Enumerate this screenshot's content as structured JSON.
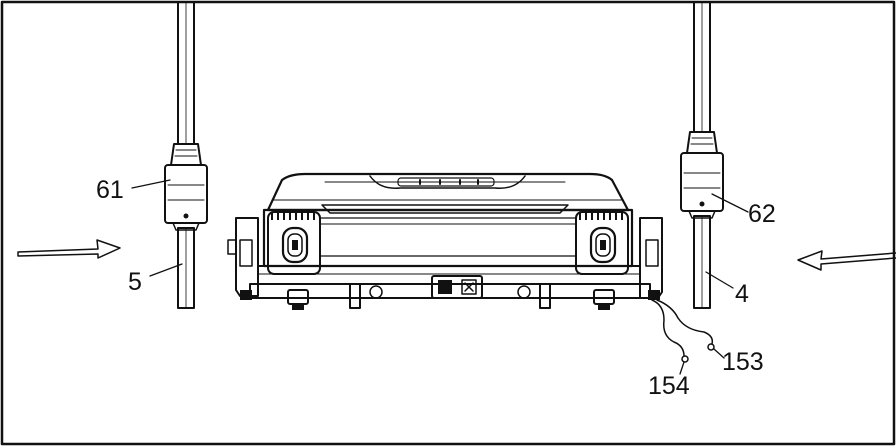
{
  "labels": {
    "l61": "61",
    "l62": "62",
    "l5": "5",
    "l4": "4",
    "l153": "153",
    "l154": "154"
  },
  "colors": {
    "ink": "#111111",
    "paper": "#ffffff"
  }
}
